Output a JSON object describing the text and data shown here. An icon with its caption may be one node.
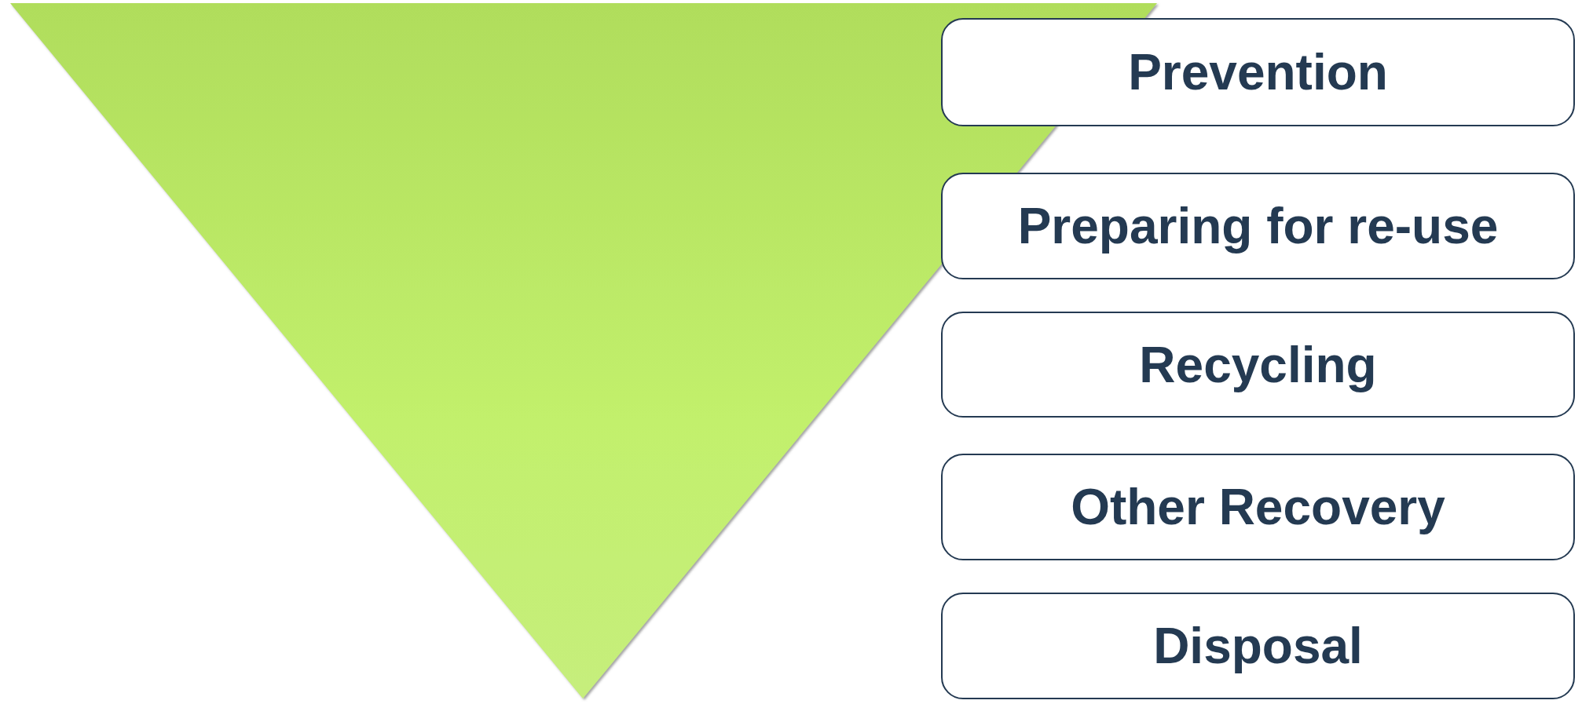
{
  "diagram": {
    "nodes": [
      {
        "text": [
          "Prevention"
        ]
      },
      {
        "text": [
          "Preparing for re-use"
        ]
      },
      {
        "text": [
          "Recycling"
        ]
      },
      {
        "text": [
          "Other Recovery"
        ]
      },
      {
        "text": [
          "Disposal"
        ]
      }
    ]
  }
}
